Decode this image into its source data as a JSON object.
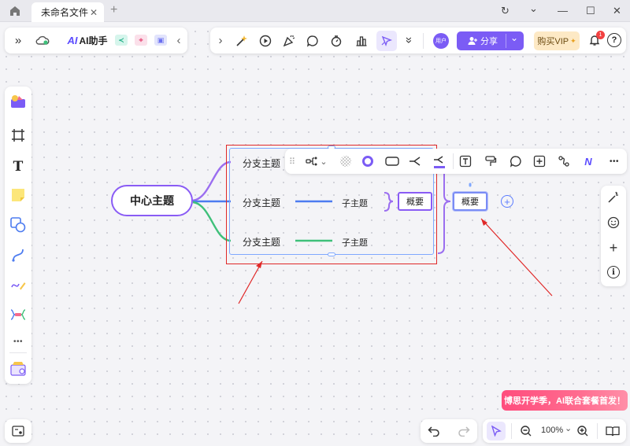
{
  "window": {
    "tab_title": "未命名文件",
    "tab_close": "✕",
    "tab_add": "+",
    "ctrl_refresh": "↻",
    "ctrl_chevron": "⌄",
    "ctrl_min": "—",
    "ctrl_max": "☐",
    "ctrl_close": "✕"
  },
  "left_header": {
    "collapse": "»",
    "ai_badge": "AI",
    "ai_label": "AI助手",
    "arrow": "‹"
  },
  "main_toolbar": {
    "expand": "›",
    "more": "»",
    "avatar": "用户",
    "share_label": "分享",
    "share_dropdown": "⌄",
    "vip_label": "购买VIP",
    "notify_count": "1",
    "help": "?"
  },
  "mindmap": {
    "center": "中心主题",
    "branch1": "分支主题",
    "branch2": "分支主题",
    "branch3": "分支主题",
    "child2": "子主题",
    "child3": "子主题",
    "summary_inner": "概要",
    "summary_outer": "概要",
    "add": "+"
  },
  "float_toolbar": {
    "dropdown": "⌄",
    "more": "•••",
    "ai_badge": "N"
  },
  "left_toolbar": {
    "text_tool": "T",
    "more": "•••"
  },
  "right_tools": {
    "add": "+",
    "info": "i"
  },
  "bottom": {
    "zoom": "100%",
    "zoom_dropdown": "⌄",
    "zoom_out": "−",
    "zoom_in": "+",
    "promo": "博思开学季，AI联合套餐首发！"
  },
  "colors": {
    "accent": "#7b5cf5",
    "branch_purple": "#9b6ef0",
    "branch_blue": "#4d7cf0",
    "branch_green": "#3fc07a",
    "selection_red": "#e02828",
    "promo_pink": "#ff4d7d"
  }
}
